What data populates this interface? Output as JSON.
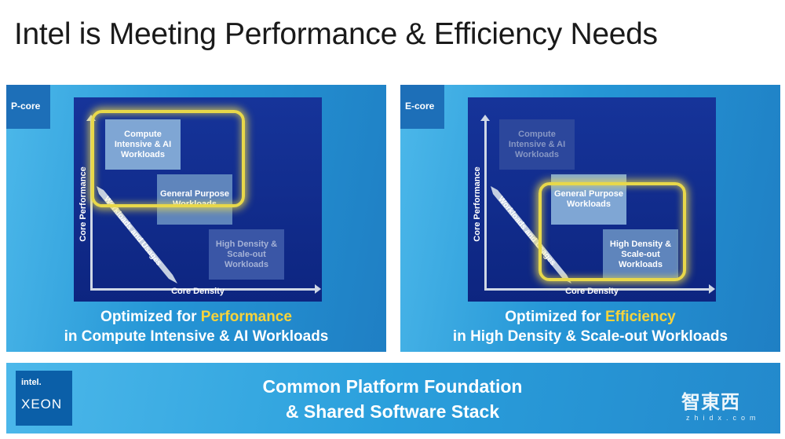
{
  "title": "Intel is Meeting Performance & Efficiency Needs",
  "left_panel": {
    "tag": "P-core",
    "y_axis": "Core Performance",
    "x_axis": "Core Density",
    "arrow_label": "Workloads and Usages",
    "boxes": {
      "compute": "Compute Intensive & AI Workloads",
      "general": "General Purpose Workloads",
      "density": "High Density & Scale-out Workloads"
    },
    "caption_prefix": "Optimized for ",
    "caption_accent": "Performance",
    "caption_line2": "in Compute Intensive & AI Workloads"
  },
  "right_panel": {
    "tag": "E-core",
    "y_axis": "Core Performance",
    "x_axis": "Core Density",
    "arrow_label": "Workloads and Usages",
    "boxes": {
      "compute": "Compute Intensive & AI Workloads",
      "general": "General Purpose Workloads",
      "density": "High Density & Scale-out Workloads"
    },
    "caption_prefix": "Optimized for ",
    "caption_accent": "Efficiency",
    "caption_line2": "in High Density & Scale-out Workloads"
  },
  "bottom": {
    "logo_intel": "intel.",
    "logo_brand": "XEON",
    "line1": "Common Platform Foundation",
    "line2": "& Shared Software Stack",
    "watermark_main": "智東西",
    "watermark_sub": "zhidx.com"
  }
}
